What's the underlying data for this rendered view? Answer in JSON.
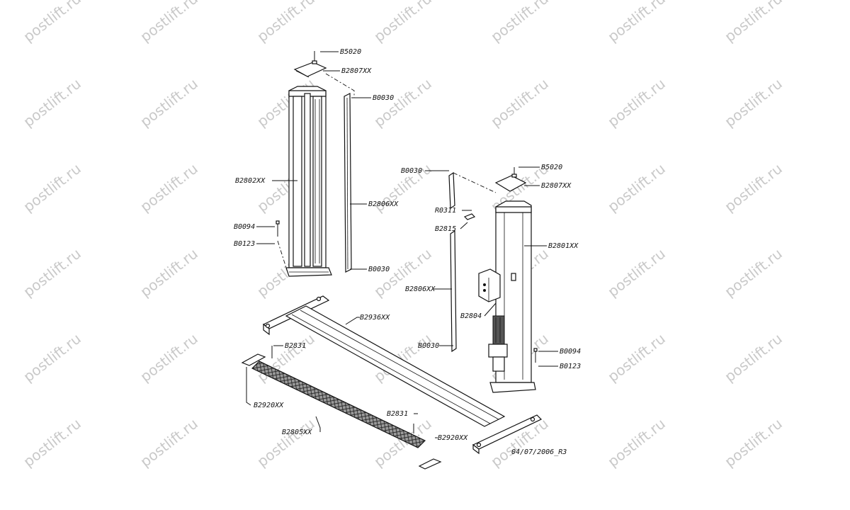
{
  "watermark": "postlift.ru",
  "revision": "04/07/2006_R3",
  "labels": {
    "b5020_left": "B5020",
    "b2807_left": "B2807XX",
    "b0030_top_left": "B0030",
    "b2802": "B2802XX",
    "b2806_left": "B2806XX",
    "b0094_left": "B0094",
    "b0123_left": "B0123",
    "b0030_bottom_left": "B0030",
    "b0030_top_right": "B0030",
    "b5020_right": "B5020",
    "b2807_right": "B2807XX",
    "r0311": "R0311",
    "b2815": "B2815",
    "b2801": "B2801XX",
    "b2806_right": "B2806XX",
    "b2804": "B2804",
    "b2936": "B2936XX",
    "b0030_bottom_right": "B0030",
    "b0094_right": "B0094",
    "b0123_right": "B0123",
    "b2831_top": "B2831",
    "b2920_left": "B2920XX",
    "b2805": "B2805XX",
    "b2831_bottom": "B2831",
    "b2920_right": "B2920XX"
  }
}
